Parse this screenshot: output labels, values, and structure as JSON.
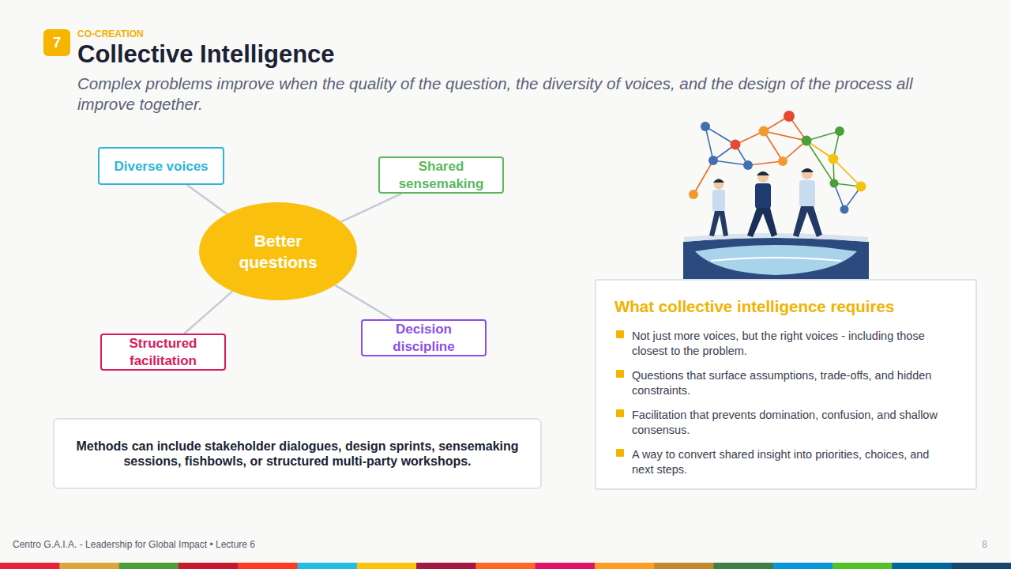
{
  "diagram": {
    "title": "Collective Intelligence",
    "caption": "Complex problems improve when the quality of the question, the diversity of voices, and the design of the process all improve together.",
    "nodes": [
      {
        "text": [
          "7"
        ]
      },
      {
        "text": [
          "Diverse voices"
        ]
      },
      {
        "text": [
          "Shared sensemaking"
        ]
      },
      {
        "text": [
          "Better questions"
        ]
      },
      {
        "text": [
          "Structured facilitation"
        ]
      },
      {
        "text": [
          "Decision discipline"
        ]
      },
      {
        "text": [
          "Methods can include stakeholder dialogues, design sprints, sensemaking sessions, fishbowls, or structured multi-party workshops."
        ]
      },
      {
        "text": [
          "What collective intelligence requires",
          "Not just more voices, but the right voices - including those closest to the problem.",
          "Questions that surface assumptions, trade-offs, and hidden constraints.",
          "Facilitation that prevents domination, confusion, and shallow consensus.",
          "A way to convert shared insight into priorities, choices, and next steps."
        ]
      }
    ],
    "edges": [
      {
        "from": 3,
        "to": 1,
        "arrow": "none"
      },
      {
        "from": 3,
        "to": 2,
        "arrow": "none"
      },
      {
        "from": 3,
        "to": 4,
        "arrow": "none"
      },
      {
        "from": 3,
        "to": 5,
        "arrow": "none"
      }
    ],
    "labels": [
      "CO-CREATION",
      "Centro G.A.I.A. - Leadership for Global Impact • Lecture 6",
      "8"
    ]
  }
}
